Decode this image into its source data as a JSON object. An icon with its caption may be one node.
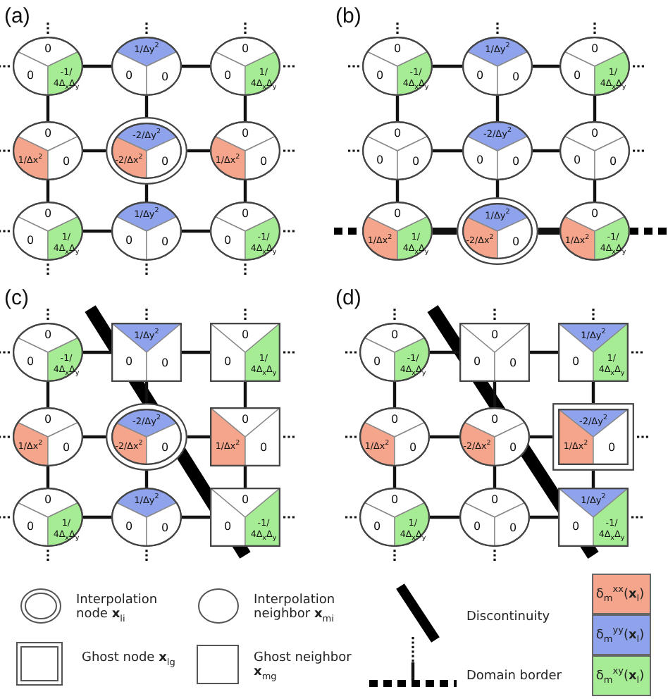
{
  "diagram": {
    "nodes": [
      {
        "text": [
          "0",
          "0",
          "-1/4Δ$_{x}$Δ$_{y}$"
        ]
      },
      {
        "text": [
          "1/Δy$^{2}$",
          "0",
          "0"
        ]
      },
      {
        "text": [
          "0",
          "0",
          "1/4Δ$_{x}$Δ$_{y}$"
        ]
      },
      {
        "text": [
          "0",
          "1/Δx$^{2}$",
          "0"
        ]
      },
      {
        "text": [
          "-2/Δy$^{2}$",
          "-2/Δx$^{2}$",
          "0"
        ]
      },
      {
        "text": [
          "0",
          "1/Δx$^{2}$",
          "0"
        ]
      },
      {
        "text": [
          "0",
          "0",
          "1/4Δ$_{x}$Δ$_{y}$"
        ]
      },
      {
        "text": [
          "1/Δy$^{2}$",
          "0",
          "0"
        ]
      },
      {
        "text": [
          "0",
          "0",
          "-1/4Δ$_{x}$Δ$_{y}$"
        ]
      },
      {
        "text": [
          "0",
          "0",
          "-1/4Δ$_{x}$Δ$_{y}$"
        ]
      },
      {
        "text": [
          "1/Δy$^{2}$",
          "0",
          "0"
        ]
      },
      {
        "text": [
          "0",
          "0",
          "1/4Δ$_{x}$Δ$_{y}$"
        ]
      },
      {
        "text": [
          "0",
          "0",
          "0"
        ]
      },
      {
        "text": [
          "-2/Δy$^{2}$",
          "0",
          "0"
        ]
      },
      {
        "text": [
          "0",
          "0",
          "0"
        ]
      },
      {
        "text": [
          "0",
          "1/Δx$^{2}$",
          "1/4Δ$_{x}$Δ$_{y}$"
        ]
      },
      {
        "text": [
          "1/Δy$^{2}$",
          "-2/Δx$^{2}$",
          "0"
        ]
      },
      {
        "text": [
          "0",
          "1/Δx$^{2}$",
          "-1/4Δ$_{x}$Δ$_{y}$"
        ]
      },
      {
        "text": [
          "0",
          "0",
          "-1/4Δ$_{x}$Δ$_{y}$"
        ]
      },
      {
        "text": [
          "1/Δy$^{2}$",
          "0",
          "0"
        ]
      },
      {
        "text": [
          "0",
          "0",
          "1/4Δ$_{x}$Δ$_{y}$"
        ]
      },
      {
        "text": [
          "0",
          "1/Δx$^{2}$",
          "0"
        ]
      },
      {
        "text": [
          "-2/Δy$^{2}$",
          "-2/Δx$^{2}$",
          "0"
        ]
      },
      {
        "text": [
          "0",
          "1/Δx$^{2}$",
          "0"
        ]
      },
      {
        "text": [
          "0",
          "0",
          "1/4Δ$_{x}$Δ$_{y}$"
        ]
      },
      {
        "text": [
          "1/Δy$^{2}$",
          "0",
          "0"
        ]
      },
      {
        "text": [
          "0",
          "0",
          "-1/4Δ$_{x}$Δ$_{y}$"
        ]
      },
      {
        "text": [
          "0",
          "0",
          "-1/4Δ$_{x}$Δ$_{y}$"
        ]
      },
      {
        "text": [
          "0",
          "0",
          "0"
        ]
      },
      {
        "text": [
          "1/Δy$^{2}$",
          "0",
          "1/4Δ$_{x}$Δ$_{y}$"
        ]
      },
      {
        "text": [
          "0",
          "1/Δx$^{2}$",
          "0"
        ]
      },
      {
        "text": [
          "0",
          "-2/Δx$^{2}$",
          "0"
        ]
      },
      {
        "text": [
          "-2/Δy$^{2}$",
          "1/Δx$^{2}$",
          "0"
        ]
      },
      {
        "text": [
          "0",
          "0",
          "1/4Δ$_{x}$Δ$_{y}$"
        ]
      },
      {
        "text": [
          "0",
          "0",
          "0"
        ]
      },
      {
        "text": [
          "1/Δy$^{2}$",
          "0",
          "-1/4Δ$_{x}$Δ$_{y}$"
        ]
      }
    ],
    "edges": [
      {
        "from": 0,
        "to": 1,
        "arrow": "none"
      },
      {
        "from": 1,
        "to": 2,
        "arrow": "none"
      },
      {
        "from": 3,
        "to": 4,
        "arrow": "none"
      },
      {
        "from": 4,
        "to": 5,
        "arrow": "none"
      },
      {
        "from": 6,
        "to": 7,
        "arrow": "none"
      },
      {
        "from": 7,
        "to": 8,
        "arrow": "none"
      },
      {
        "from": 0,
        "to": 3,
        "arrow": "none"
      },
      {
        "from": 3,
        "to": 6,
        "arrow": "none"
      },
      {
        "from": 1,
        "to": 4,
        "arrow": "none"
      },
      {
        "from": 4,
        "to": 7,
        "arrow": "none"
      },
      {
        "from": 2,
        "to": 5,
        "arrow": "none"
      },
      {
        "from": 5,
        "to": 8,
        "arrow": "none"
      },
      {
        "from": 9,
        "to": 10,
        "arrow": "none"
      },
      {
        "from": 10,
        "to": 11,
        "arrow": "none"
      },
      {
        "from": 12,
        "to": 13,
        "arrow": "none"
      },
      {
        "from": 13,
        "to": 14,
        "arrow": "none"
      },
      {
        "from": 15,
        "to": 16,
        "arrow": "none",
        "style": "thick"
      },
      {
        "from": 16,
        "to": 17,
        "arrow": "none",
        "style": "thick"
      },
      {
        "from": 9,
        "to": 12,
        "arrow": "none"
      },
      {
        "from": 12,
        "to": 15,
        "arrow": "none"
      },
      {
        "from": 10,
        "to": 13,
        "arrow": "none"
      },
      {
        "from": 13,
        "to": 16,
        "arrow": "none"
      },
      {
        "from": 11,
        "to": 14,
        "arrow": "none"
      },
      {
        "from": 14,
        "to": 17,
        "arrow": "none"
      },
      {
        "from": 18,
        "to": 19,
        "arrow": "none"
      },
      {
        "from": 19,
        "to": 20,
        "arrow": "none"
      },
      {
        "from": 21,
        "to": 22,
        "arrow": "none"
      },
      {
        "from": 22,
        "to": 23,
        "arrow": "none"
      },
      {
        "from": 24,
        "to": 25,
        "arrow": "none"
      },
      {
        "from": 25,
        "to": 26,
        "arrow": "none"
      },
      {
        "from": 18,
        "to": 21,
        "arrow": "none"
      },
      {
        "from": 21,
        "to": 24,
        "arrow": "none"
      },
      {
        "from": 19,
        "to": 22,
        "arrow": "none"
      },
      {
        "from": 22,
        "to": 25,
        "arrow": "none"
      },
      {
        "from": 20,
        "to": 23,
        "arrow": "none"
      },
      {
        "from": 23,
        "to": 26,
        "arrow": "none"
      },
      {
        "from": 27,
        "to": 28,
        "arrow": "none"
      },
      {
        "from": 28,
        "to": 29,
        "arrow": "none"
      },
      {
        "from": 30,
        "to": 31,
        "arrow": "none"
      },
      {
        "from": 31,
        "to": 32,
        "arrow": "none"
      },
      {
        "from": 33,
        "to": 34,
        "arrow": "none"
      },
      {
        "from": 34,
        "to": 35,
        "arrow": "none"
      },
      {
        "from": 27,
        "to": 30,
        "arrow": "none"
      },
      {
        "from": 30,
        "to": 33,
        "arrow": "none"
      },
      {
        "from": 28,
        "to": 31,
        "arrow": "none"
      },
      {
        "from": 31,
        "to": 34,
        "arrow": "none"
      },
      {
        "from": 29,
        "to": 32,
        "arrow": "none"
      },
      {
        "from": 32,
        "to": 35,
        "arrow": "none"
      }
    ],
    "labels": [
      "(a)",
      "(b)",
      "(c)",
      "(d)"
    ],
    "legend": [
      {
        "text": "Interpolation node **x**$_{l}$$_{i}$"
      },
      {
        "text": "Interpolation neighbor **x**$_{m}$$_{i}$"
      },
      {
        "text": "Ghost node **x**$_{l}$$_{g}$"
      },
      {
        "text": "Ghost neighbor **x**$_{m}$$_{g}$"
      },
      {
        "text": "Discontinuity"
      },
      {
        "text": "Domain border"
      },
      {
        "text": "δ$_{m}$$^{xx}$(**x**$_{l}$)",
        "color": "#f4a58b"
      },
      {
        "text": "δ$_{m}$$^{yy}$(**x**$_{l}$)",
        "color": "#8ea3ec"
      },
      {
        "text": "δ$_{m}$$^{xy}$(**x**$_{l}$)",
        "color": "#a6ec94"
      }
    ]
  }
}
